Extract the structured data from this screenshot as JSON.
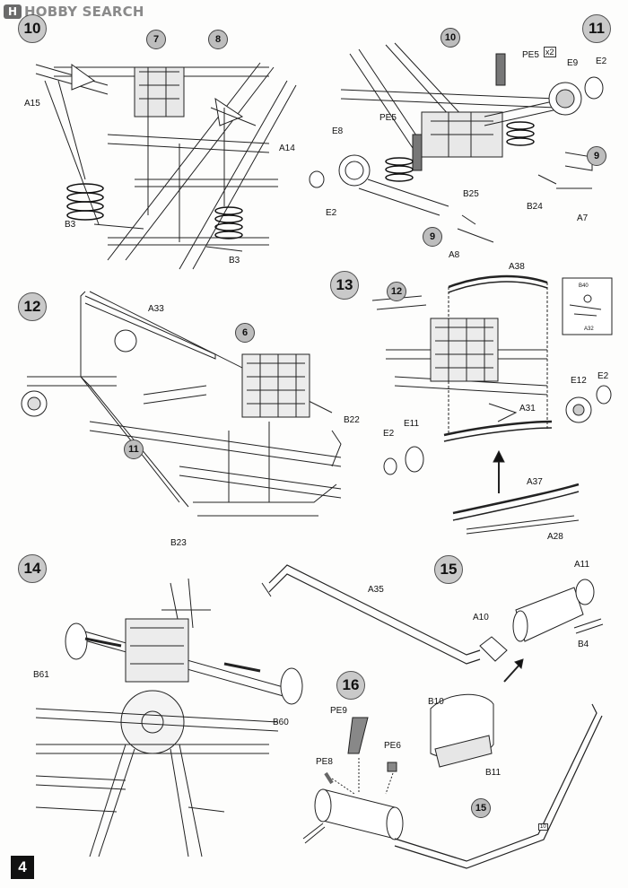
{
  "watermark": {
    "text": "HOBBY SEARCH",
    "logo": "H"
  },
  "page_number": "4",
  "steps": {
    "s10": {
      "number": "10",
      "refs": {
        "a": "7",
        "b": "8"
      },
      "parts": {
        "a15": "A15",
        "a14": "A14",
        "b3a": "B3",
        "b3b": "B3"
      }
    },
    "s11": {
      "number": "11",
      "refs": {
        "a": "10",
        "b": "9",
        "c": "9"
      },
      "parts": {
        "pe5a": "PE5",
        "x2": "x2",
        "e9": "E9",
        "e2a": "E2",
        "pe5b": "PE5",
        "e8": "E8",
        "e2b": "E2",
        "b25": "B25",
        "b24": "B24",
        "a7": "A7",
        "a8": "A8"
      }
    },
    "s12": {
      "number": "12",
      "refs": {
        "a": "6",
        "b": "11"
      },
      "parts": {
        "a33": "A33",
        "b22": "B22",
        "b23": "B23"
      }
    },
    "s13": {
      "number": "13",
      "refs": {
        "a": "12"
      },
      "parts": {
        "a38": "A38",
        "b40": "B40",
        "a32": "A32",
        "a31": "A31",
        "e12": "E12",
        "e2a": "E2",
        "e11": "E11",
        "e2b": "E2",
        "a37": "A37",
        "a28": "A28"
      }
    },
    "s14": {
      "number": "14",
      "parts": {
        "b61": "B61",
        "b60": "B60"
      }
    },
    "s15": {
      "number": "15",
      "parts": {
        "a35": "A35",
        "a10": "A10",
        "a11": "A11",
        "b4": "B4",
        "b10": "B10",
        "b11": "B11"
      }
    },
    "s16": {
      "number": "16",
      "refs": {
        "a": "15",
        "b": "10"
      },
      "parts": {
        "pe9": "PE9",
        "pe6": "PE6",
        "pe8": "PE8"
      }
    }
  }
}
